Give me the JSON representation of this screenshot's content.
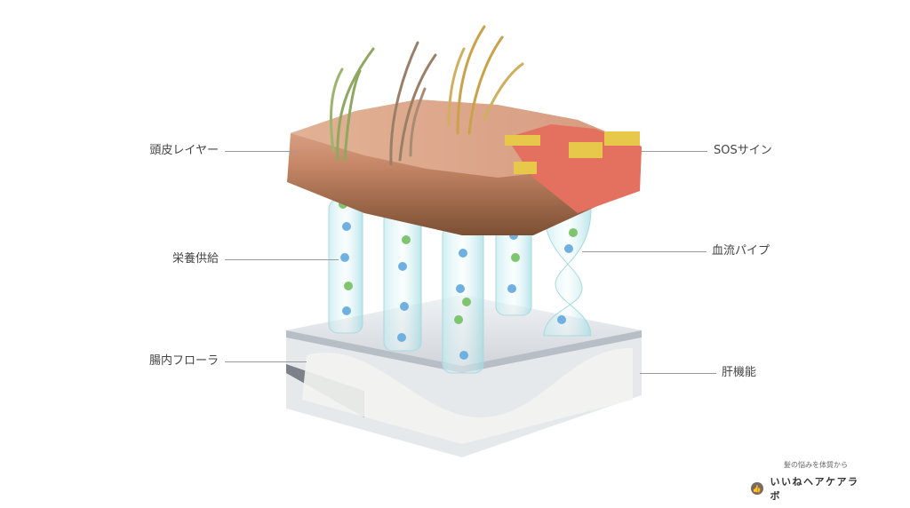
{
  "labels": {
    "scalp_layer": "頭皮レイヤー",
    "nutrient_supply": "栄養供給",
    "gut_flora": "腸内フローラ",
    "sos_sign": "SOSサイン",
    "blood_pipe": "血流パイプ",
    "liver_function": "肝機能"
  },
  "brand": {
    "tagline": "髪の悩みを体質から",
    "name": "いいねヘアケアラボ",
    "icon": "thumbs-up-icon"
  },
  "colors": {
    "skin": "#d9a88a",
    "skin_dark": "#8a5a3c",
    "damage_red": "#e06a5a",
    "damage_yellow": "#e8c84a",
    "tube": "#7ed3d8",
    "base": "#d8dde2"
  }
}
